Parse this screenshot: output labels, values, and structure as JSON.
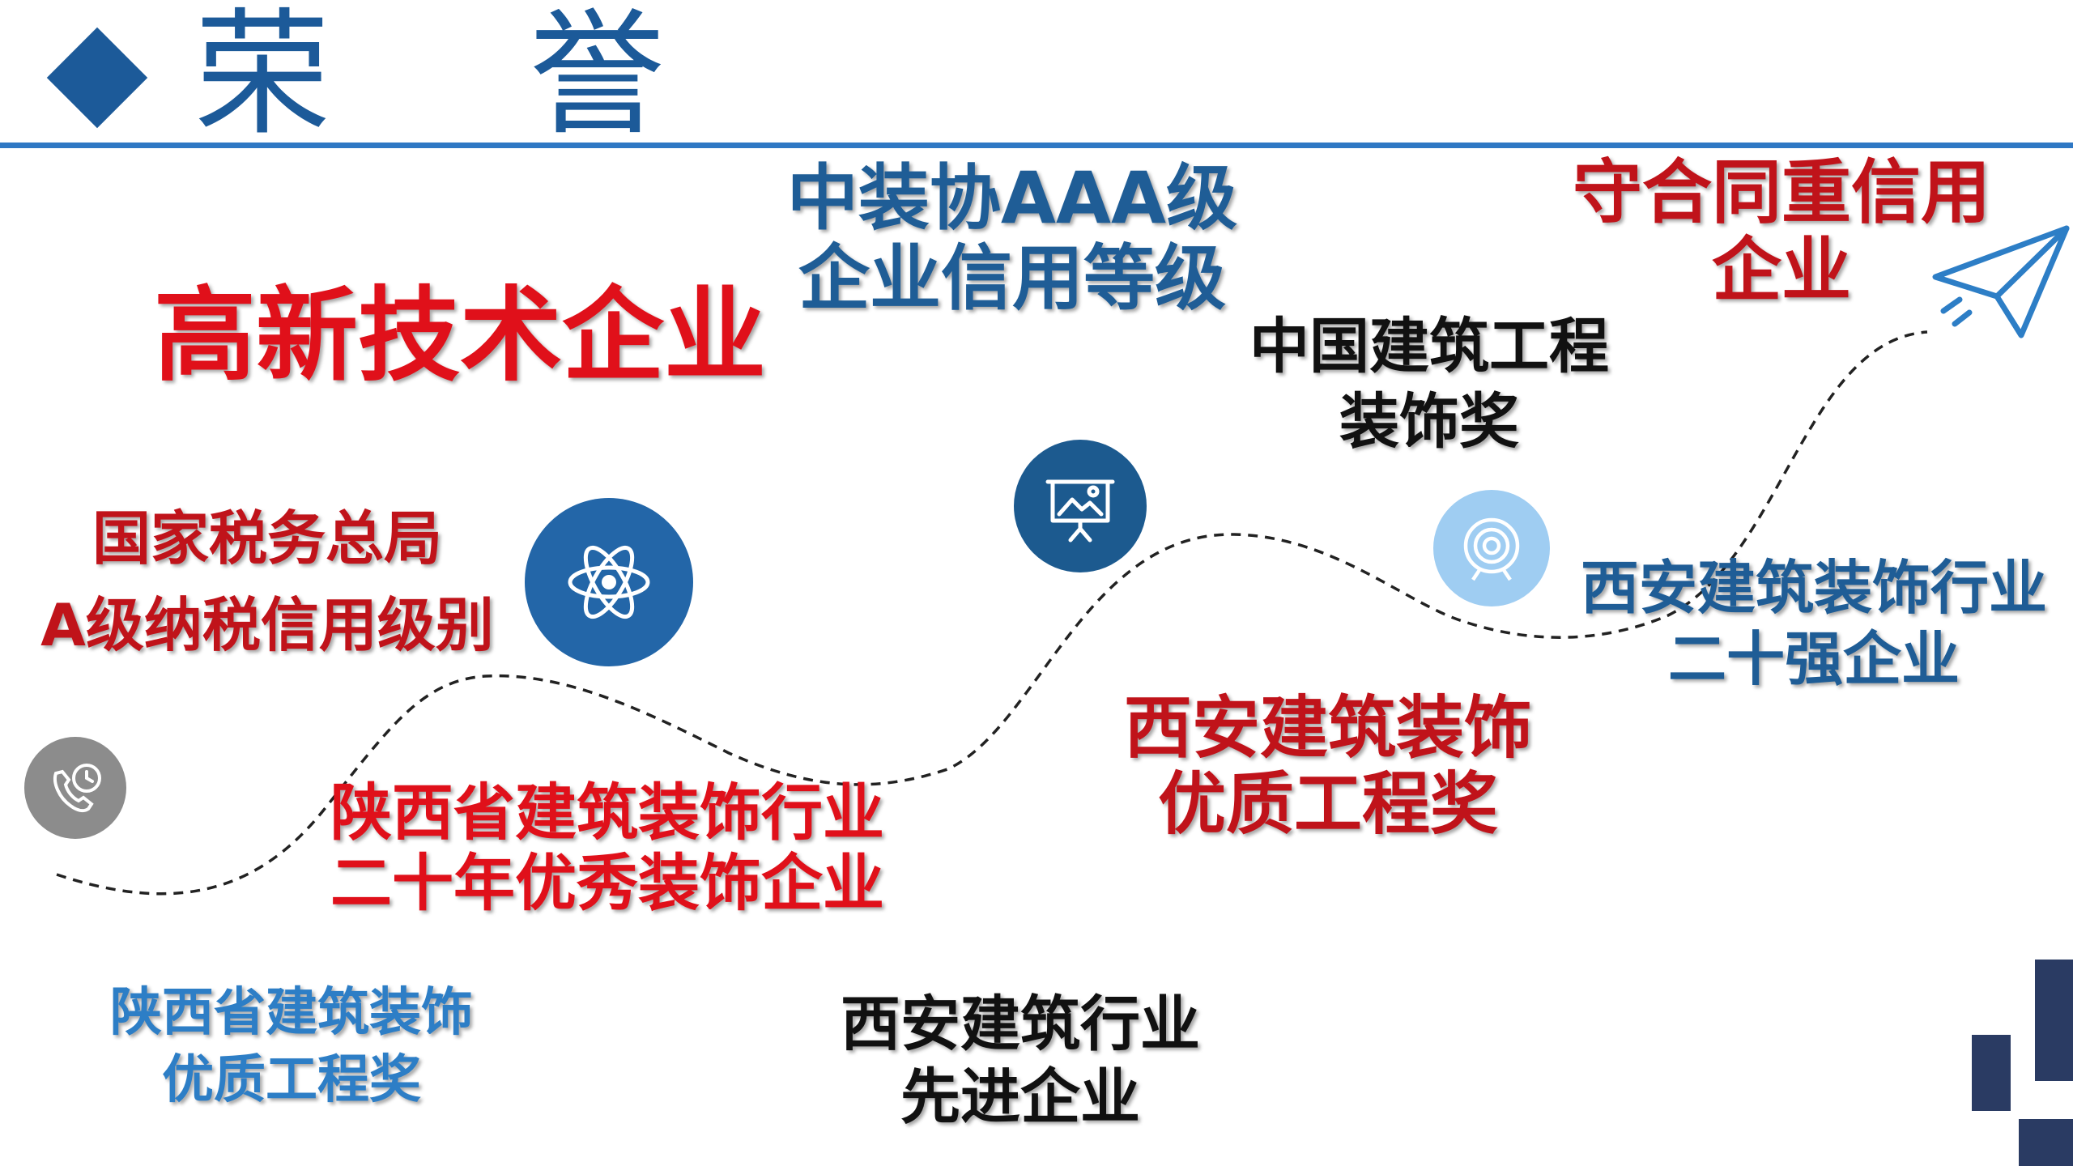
{
  "header": {
    "title": "荣 誉"
  },
  "honors": {
    "high_tech": {
      "lines": [
        "高新技术企业"
      ]
    },
    "tax": {
      "lines": [
        "国家税务总局",
        "A级纳税信用级别"
      ]
    },
    "cbda_credit": {
      "lines": [
        "中装协AAA级",
        "企业信用等级"
      ]
    },
    "china_award": {
      "lines": [
        "中国建筑工程",
        "装饰奖"
      ]
    },
    "contract_credit": {
      "lines": [
        "守合同重信用",
        "企业"
      ]
    },
    "xian_top20": {
      "lines": [
        "西安建筑装饰行业",
        "二十强企业"
      ]
    },
    "xian_quality": {
      "lines": [
        "西安建筑装饰",
        "优质工程奖"
      ]
    },
    "shaanxi_20y": {
      "lines": [
        "陕西省建筑装饰行业",
        "二十年优秀装饰企业"
      ]
    },
    "shaanxi_quality": {
      "lines": [
        "陕西省建筑装饰",
        "优质工程奖"
      ]
    },
    "xian_advanced": {
      "lines": [
        "西安建筑行业",
        "先进企业"
      ]
    }
  },
  "colors": {
    "title_blue": "#1c5a99",
    "rule_blue": "#2f78c4",
    "red": "#e0101a",
    "dark_red": "#c0131a",
    "honor_blue": "#1f5d96",
    "light_blue": "#2d7ec6",
    "circle_gray": "#8c8c8c",
    "circle_blue": "#2366a8",
    "circle_dark_blue": "#1c5a8f",
    "circle_light_blue": "#9fcdf2",
    "accent_navy": "#2a3b63"
  },
  "icons": [
    "phone-clock-icon",
    "atom-icon",
    "presentation-board-icon",
    "target-icon",
    "paper-plane-icon"
  ]
}
